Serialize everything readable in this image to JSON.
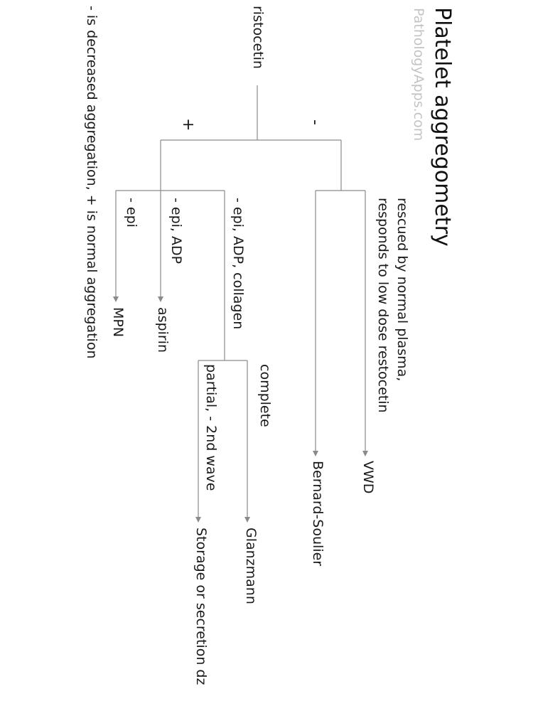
{
  "title": "Platelet aggregometry",
  "brand": "PathologyApps.com",
  "root": "ristocetin",
  "branch_signs": {
    "negative": "-",
    "positive": "+"
  },
  "ristocetin_negative": {
    "rescued_note": "rescued by normal plasma,\nresponds to low dose restocetin",
    "vwd": "VWD",
    "bernard_soulier": "Bernard-Soulier"
  },
  "ristocetin_positive": {
    "epi_adp_collagen": "- epi, ADP, collagen",
    "complete": "complete",
    "glanzmann": "Glanzmann",
    "partial": "partial, - 2nd wave",
    "storage": "Storage or secretion dz",
    "epi_adp": "- epi, ADP",
    "aspirin": "aspirin",
    "epi": "- epi",
    "mpn": "MPN"
  },
  "footnote": "- is decreased aggregation, + is normal aggregation"
}
